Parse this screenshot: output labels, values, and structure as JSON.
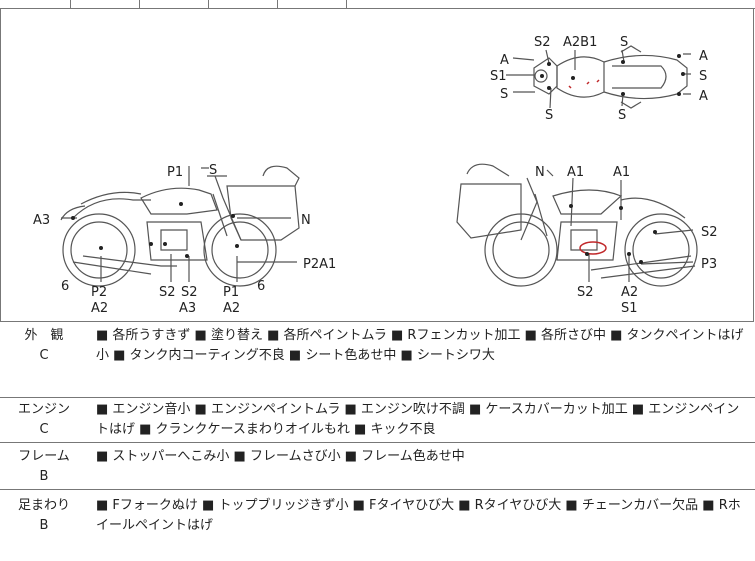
{
  "diagram": {
    "top_view_labels": [
      "S2",
      "A2B1",
      "S",
      "A",
      "S1",
      "S",
      "S",
      "S",
      "A",
      "S",
      "A"
    ],
    "left_view_labels": [
      "P1",
      "S",
      "A3",
      "N",
      "P2A1",
      "6",
      "P2",
      "A2",
      "S2",
      "S2",
      "A3",
      "P1",
      "A2",
      "6"
    ],
    "right_view_labels": [
      "N",
      "A1",
      "A1",
      "S2",
      "P3",
      "S2",
      "A2",
      "S1"
    ]
  },
  "rows": [
    {
      "category": "外　観",
      "grade": "C",
      "text": "■ 各所うすきず ■ 塗り替え ■ 各所ペイントムラ ■ Rフェンカット加工 ■ 各所さび中 ■ タンクペイントはげ小 ■ タンク内コーティング不良 ■ シート色あせ中 ■ シートシワ大"
    },
    {
      "category": "エンジン",
      "grade": "C",
      "text": "■ エンジン音小 ■ エンジンペイントムラ ■ エンジン吹け不調 ■ ケースカバーカット加工 ■ エンジンペイントはげ ■ クランクケースまわりオイルもれ ■ キック不良"
    },
    {
      "category": "フレーム",
      "grade": "B",
      "text": "■ ストッパーへこみ小 ■ フレームさび小 ■ フレーム色あせ中"
    },
    {
      "category": "足まわり",
      "grade": "B",
      "text": "■ Fフォークぬけ ■ トップブリッジきず小 ■ Fタイヤひび大 ■ Rタイヤひび大 ■ チェーンカバー欠品 ■ Rホイールペイントはげ"
    }
  ]
}
